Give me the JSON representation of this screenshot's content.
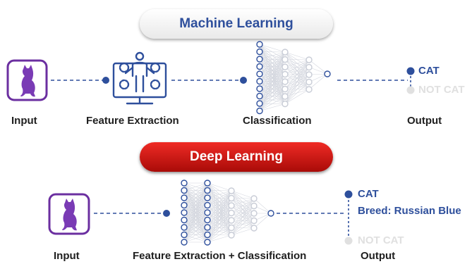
{
  "machine_learning": {
    "title": "Machine Learning",
    "labels": {
      "input": "Input",
      "feature_extraction": "Feature Extraction",
      "classification": "Classification",
      "output": "Output"
    },
    "outputs": {
      "positive": "CAT",
      "negative": "NOT CAT"
    }
  },
  "deep_learning": {
    "title": "Deep Learning",
    "labels": {
      "input": "Input",
      "combined": "Feature Extraction + Classification",
      "output": "Output"
    },
    "outputs": {
      "positive": "CAT",
      "detail": "Breed: Russian Blue",
      "negative": "NOT CAT"
    }
  },
  "colors": {
    "ml_accent": "#2e4f9c",
    "dl_accent": "#d41a14",
    "input_frame": "#6b2fa0",
    "cat": "#7a3bb5",
    "inactive": "#e0e0e0"
  }
}
